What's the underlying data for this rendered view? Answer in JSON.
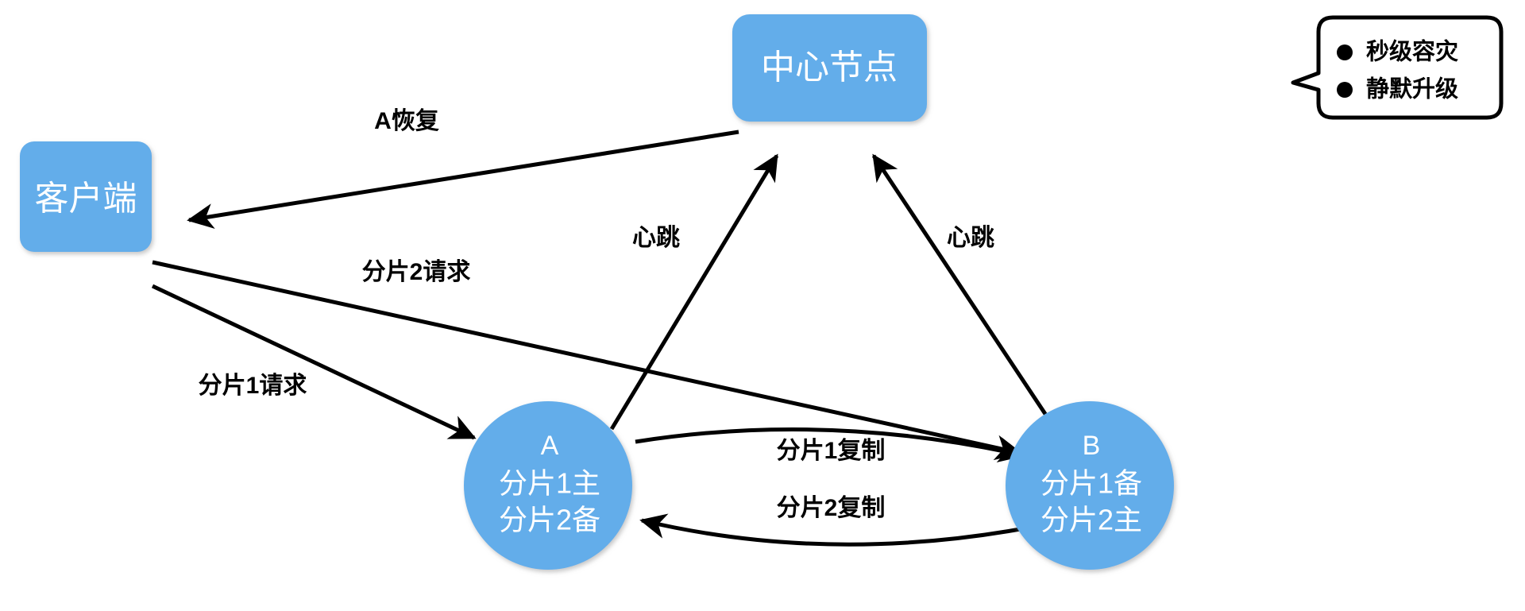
{
  "diagram": {
    "title_nodes": {
      "client": {
        "label": "客户端",
        "shape": "rounded-rect",
        "color": "#64ADEA"
      },
      "center": {
        "label": "中心节点",
        "shape": "rounded-rect",
        "color": "#64ADEA"
      },
      "node_a": {
        "name": "A",
        "line1": "分片1主",
        "line2": "分片2备",
        "shape": "circle",
        "color": "#64ADEA"
      },
      "node_b": {
        "name": "B",
        "line1": "分片1备",
        "line2": "分片2主",
        "shape": "circle",
        "color": "#64ADEA"
      }
    },
    "edges": [
      {
        "id": "center-to-client",
        "label": "A恢复",
        "from": "center",
        "to": "client",
        "direction": "to-client"
      },
      {
        "id": "client-to-b",
        "label": "分片2请求",
        "from": "client",
        "to": "node_b",
        "direction": "to-b"
      },
      {
        "id": "client-to-a",
        "label": "分片1请求",
        "from": "client",
        "to": "node_a",
        "direction": "to-a"
      },
      {
        "id": "a-to-center",
        "label": "心跳",
        "from": "node_a",
        "to": "center",
        "direction": "to-center"
      },
      {
        "id": "b-to-center",
        "label": "心跳",
        "from": "node_b",
        "to": "center",
        "direction": "to-center"
      },
      {
        "id": "a-to-b-replicate",
        "label": "分片1复制",
        "from": "node_a",
        "to": "node_b",
        "direction": "to-b"
      },
      {
        "id": "b-to-a-replicate",
        "label": "分片2复制",
        "from": "node_b",
        "to": "node_a",
        "direction": "to-a"
      }
    ],
    "callout": {
      "bullets": [
        {
          "marker": "●",
          "text": "秒级容灾"
        },
        {
          "marker": "●",
          "text": "静默升级"
        }
      ]
    },
    "colors": {
      "node_fill": "#64ADEA",
      "stroke": "#000000",
      "background": "#ffffff",
      "node_label": "#ffffff"
    }
  }
}
